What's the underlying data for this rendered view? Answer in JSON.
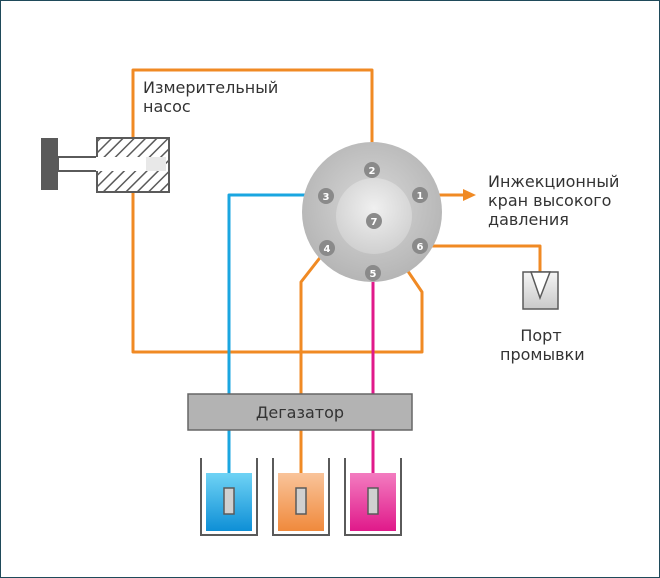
{
  "labels": {
    "pump": [
      "Измерительный",
      "насос"
    ],
    "injector": [
      "Инжекционный",
      "кран высокого",
      "давления"
    ],
    "wash_port": [
      "Порт",
      "промывки"
    ],
    "degasser": "Дегазатор"
  },
  "valve_ports": [
    "1",
    "2",
    "3",
    "4",
    "5",
    "6",
    "7"
  ],
  "colors": {
    "orange": "#f08a24",
    "blue": "#1aa6e0",
    "magenta": "#e0198a",
    "valve_gray": "#c8c8c8",
    "port_gray": "#8a8a8a",
    "degasser_fill": "#b3b3b3",
    "frame": "#1f4a5a"
  }
}
